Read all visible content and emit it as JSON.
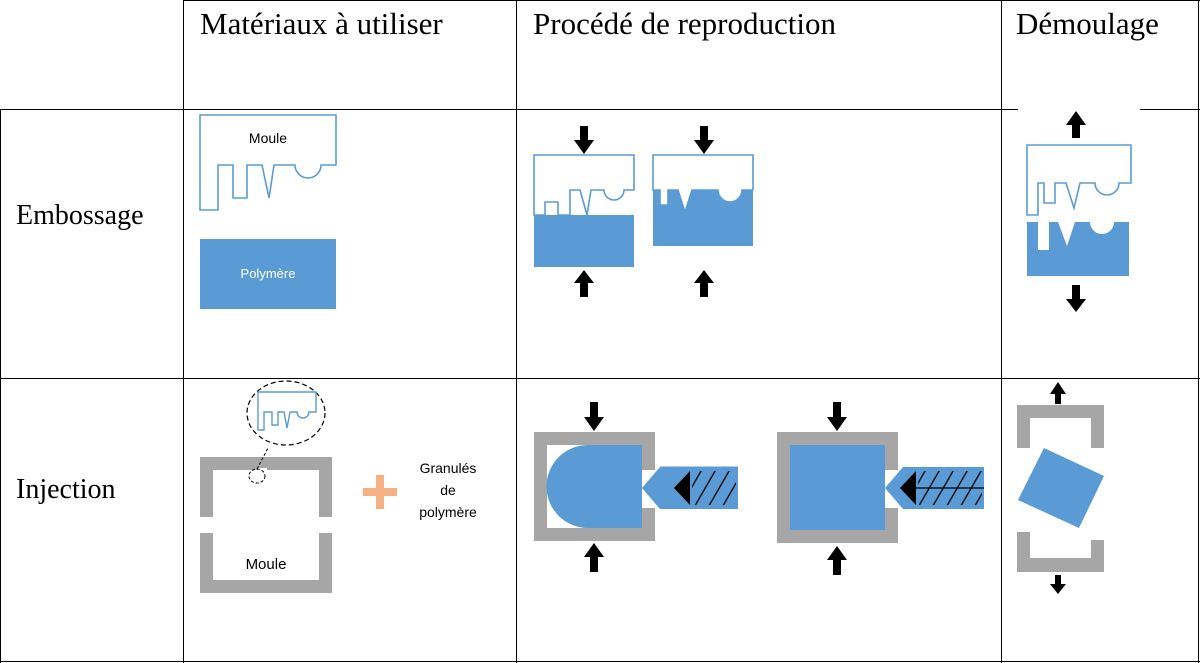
{
  "table": {
    "headers": [
      "",
      "Matériaux à utiliser",
      "Procédé de reproduction",
      "Démoulage"
    ],
    "rows": [
      {
        "label": "Embossage"
      },
      {
        "label": "Injection"
      }
    ]
  },
  "labels": {
    "moule_top": "Moule",
    "polymere": "Polymère",
    "moule_bottom": "Moule",
    "granules_line1": "Granulés",
    "granules_line2": "de",
    "granules_line3": "polymère"
  },
  "colors": {
    "polymer": "#5b9bd5",
    "mold_outline": "#5b9bd5",
    "mold_gray": "#a6a6a6",
    "plus": "#f4b183",
    "arrow": "#000000"
  }
}
